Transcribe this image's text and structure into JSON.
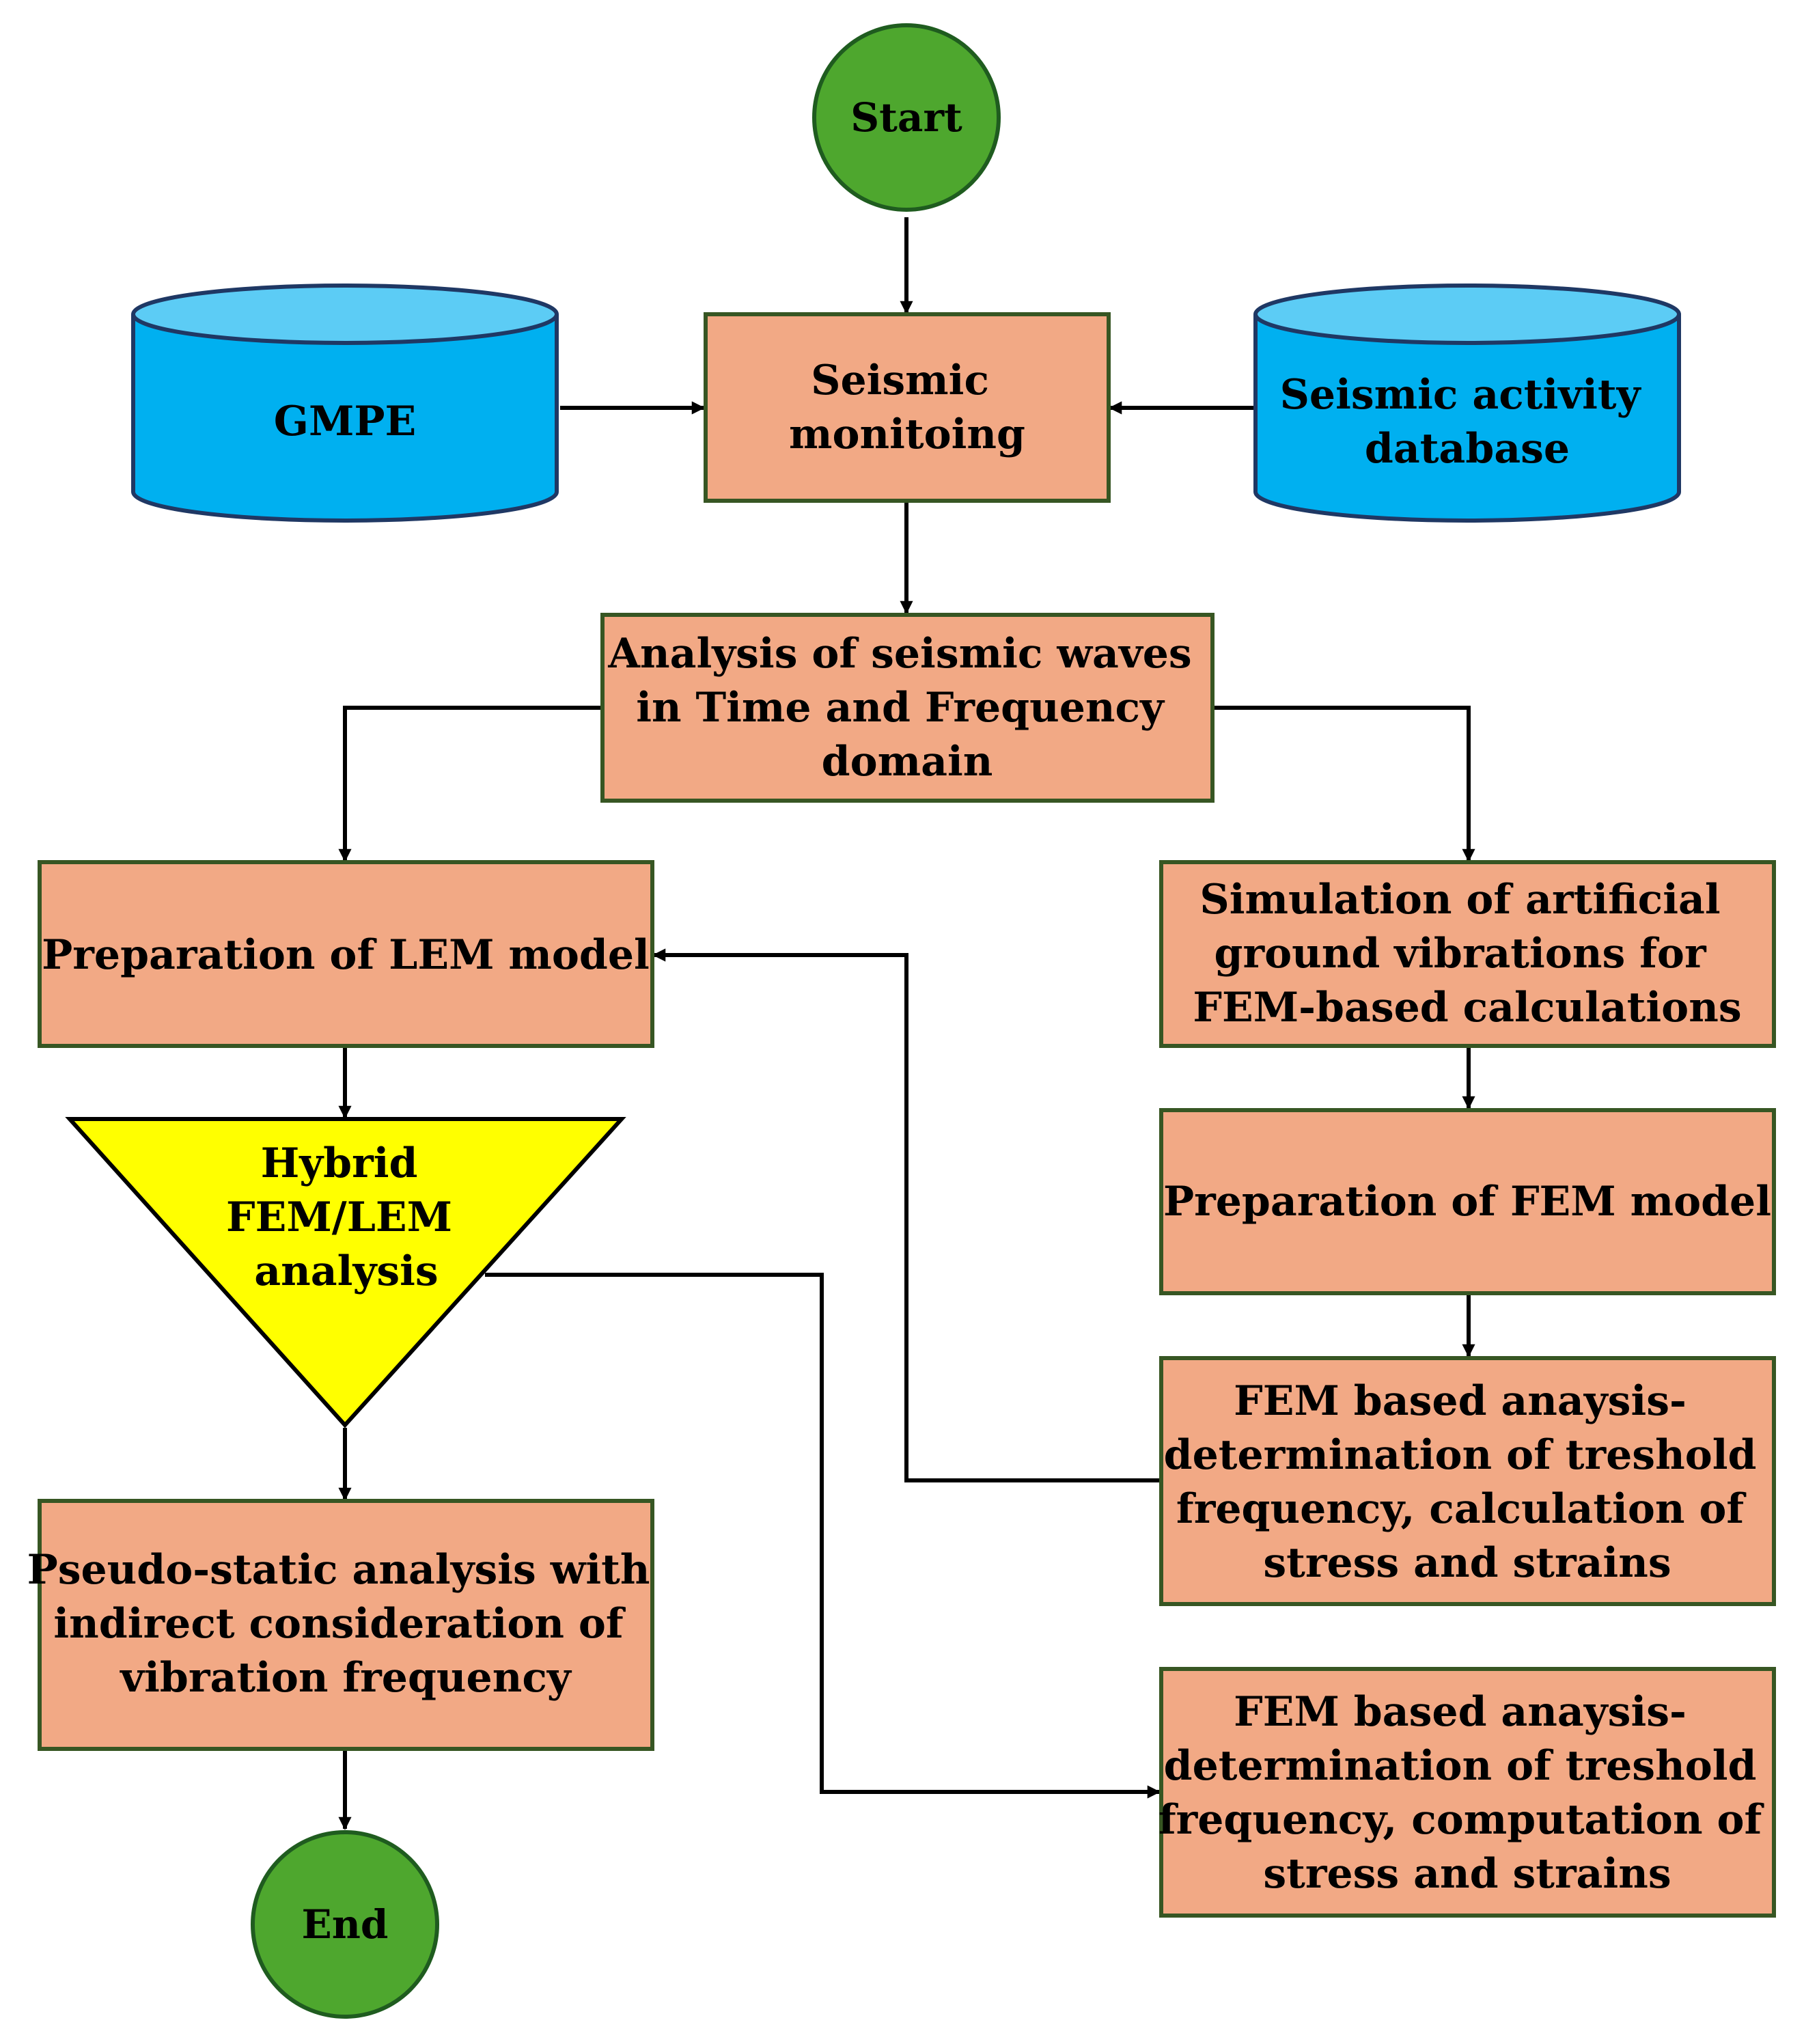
{
  "colors": {
    "process_fill": "#F2A985",
    "process_stroke": "#375623",
    "terminal_fill": "#4EA72E",
    "terminal_stroke": "#1F5C1F",
    "database_fill": "#00B0F0",
    "database_top": "#5CCCF5",
    "database_stroke": "#1F3864",
    "decision_fill": "#FFFF00",
    "decision_stroke": "#000000",
    "arrow": "#000000"
  },
  "nodes": {
    "start": {
      "lines": [
        "Start"
      ]
    },
    "gmpe": {
      "lines": [
        "GMPE"
      ]
    },
    "seismic_monitoring": {
      "lines": [
        "Seismic",
        "monitoing"
      ]
    },
    "activity_db": {
      "lines": [
        "Seismic activity",
        "database"
      ]
    },
    "wave_analysis": {
      "lines": [
        "Analysis of seismic waves",
        "in Time and Frequency",
        "domain"
      ]
    },
    "lem_prep": {
      "lines": [
        "Preparation of LEM model"
      ]
    },
    "simulation": {
      "lines": [
        "Simulation of artificial",
        "ground vibrations for",
        "FEM-based calculations"
      ]
    },
    "fem_prep": {
      "lines": [
        "Preparation of FEM model"
      ]
    },
    "fem_analysis_1": {
      "lines": [
        "FEM based anaysis-",
        "determination of treshold",
        "frequency, calculation of",
        "stress and strains"
      ]
    },
    "hybrid": {
      "lines": [
        "Hybrid",
        "FEM/LEM",
        "analysis"
      ]
    },
    "pseudo_static": {
      "lines": [
        "Pseudo-static analysis with",
        "indirect consideration of",
        "vibration frequency"
      ]
    },
    "fem_analysis_2": {
      "lines": [
        "FEM based anaysis-",
        "determination of treshold",
        "frequency, computation of",
        "stress and strains"
      ]
    },
    "end": {
      "lines": [
        "End"
      ]
    }
  }
}
